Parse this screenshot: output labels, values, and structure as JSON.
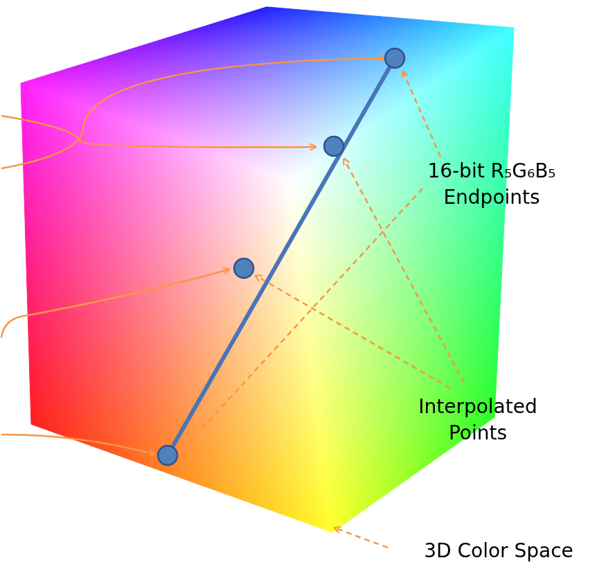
{
  "diagram": {
    "labels": [
      "16-bit R₅G₆B₅ Endpoints",
      "Interpolated Points",
      "3D Color Space"
    ]
  }
}
